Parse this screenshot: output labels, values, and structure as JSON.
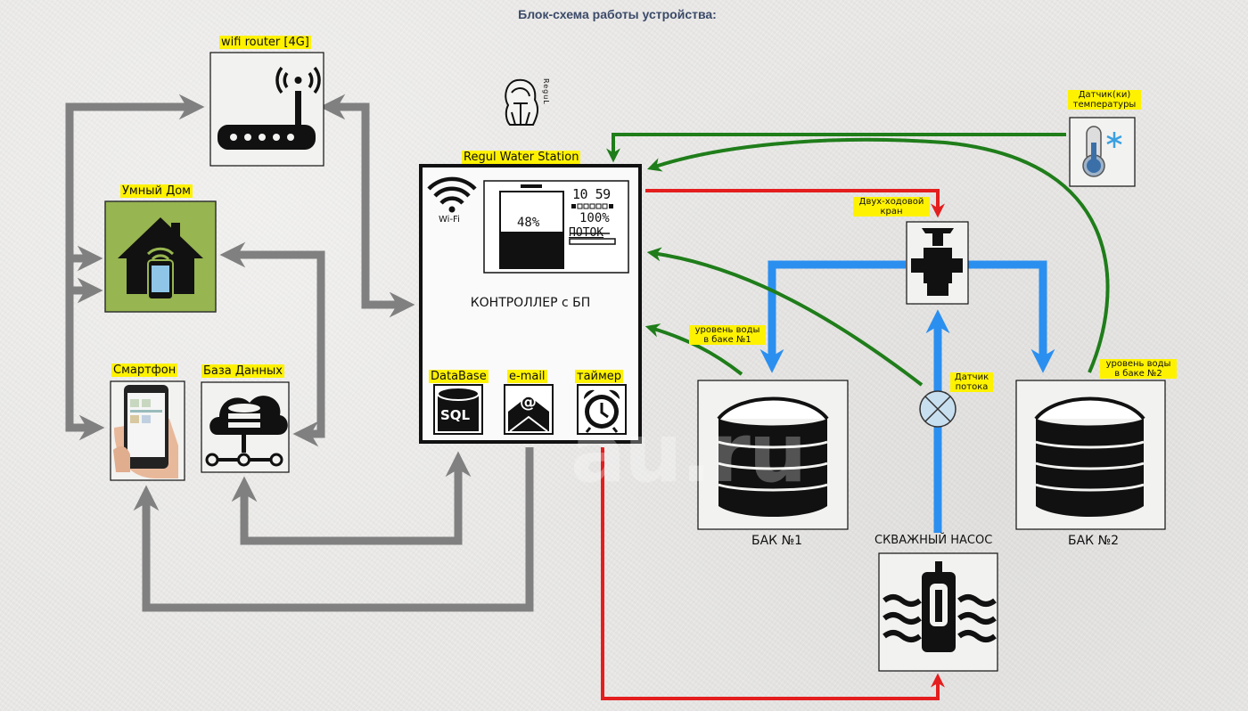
{
  "title": "Блок-схема работы устройства:",
  "labels": {
    "router": "wifi router [4G]",
    "smart_home": "Умный Дом",
    "smartphone": "Смартфон",
    "database": "База Данных",
    "station": "Regul Water Station",
    "temp_sensor_l1": "Датчик(ки)",
    "temp_sensor_l2": "температуры",
    "valve_l1": "Двух-ходовой",
    "valve_l2": "кран",
    "level1_l1": "уровень воды",
    "level1_l2": "в баке №1",
    "level2_l1": "уровень воды",
    "level2_l2": "в баке №2",
    "flow_l1": "Датчик",
    "flow_l2": "потока",
    "tank1": "БАК №1",
    "tank2": "БАК №2",
    "pump": "СКВАЖНЫЙ НАСОС"
  },
  "controller": {
    "name": "КОНТРОЛЛЕР с БП",
    "wifi": "Wi-Fi",
    "time": "10 59",
    "level_pct": "48%",
    "level_fraction": 0.48,
    "flow_pct": "100%",
    "flow_label": "ПОТОК",
    "modules": [
      {
        "label": "DataBase",
        "icon": "SQL"
      },
      {
        "label": "e-mail",
        "icon": "@"
      },
      {
        "label": "таймер",
        "icon": "alarm-clock"
      }
    ]
  },
  "logo": {
    "text": "ReguL"
  },
  "colors": {
    "network": "#808080",
    "control": "#e41e1e",
    "signal": "#1f7d1a",
    "water": "#2b8ff0",
    "label_bg": "#fff200",
    "smart_home_bg": "#97b550"
  },
  "watermark": "au.ru"
}
